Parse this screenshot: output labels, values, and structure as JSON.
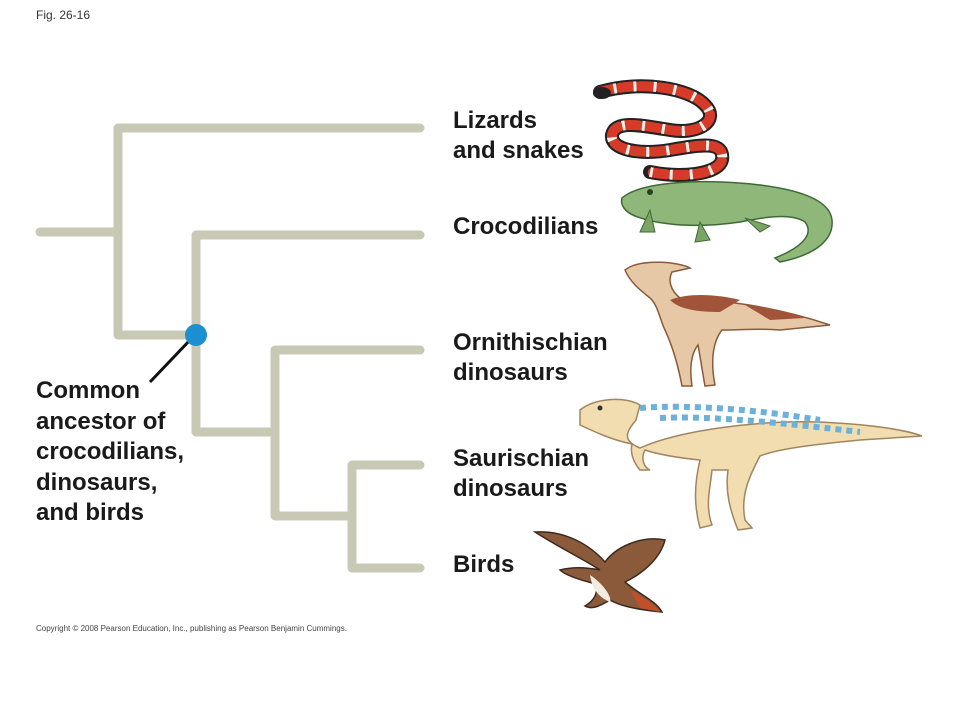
{
  "figure_label": "Fig. 26-16",
  "taxa": [
    {
      "id": "lizards-snakes",
      "label": "Lizards\nand snakes",
      "icon": "snake-icon"
    },
    {
      "id": "crocodilians",
      "label": "Crocodilians",
      "icon": "crocodile-icon"
    },
    {
      "id": "ornithischian",
      "label": "Ornithischian\ndinosaurs",
      "icon": "ornithischian-dinosaur-icon"
    },
    {
      "id": "saurischian",
      "label": "Saurischian\ndinosaurs",
      "icon": "saurischian-dinosaur-icon"
    },
    {
      "id": "birds",
      "label": "Birds",
      "icon": "hawk-icon"
    }
  ],
  "ancestor_label": "Common\nancestor of\ncrocodilians,\ndinosaurs,\nand birds",
  "copyright": "Copyright © 2008 Pearson Education, Inc., publishing as Pearson Benjamin Cummings.",
  "colors": {
    "branch": "#c8c9b5",
    "node": "#1b8fcf",
    "pointer": "#111111",
    "snake_red": "#d63b2a",
    "croc_green": "#8fb77a",
    "ornithischian_tan": "#e7c8a6",
    "ornithischian_brown": "#a2543a",
    "saurischian_cream": "#f1ddb0",
    "saurischian_blue": "#6cb1d9",
    "hawk_brown": "#8a5a3a"
  }
}
